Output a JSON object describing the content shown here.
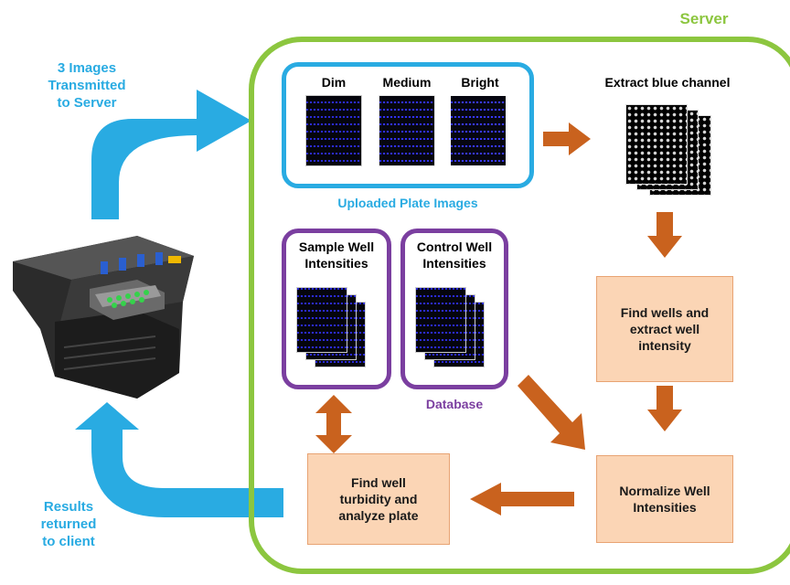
{
  "server": {
    "title": "Server"
  },
  "transmit": {
    "label": "3 Images\nTransmitted\nto Server"
  },
  "results": {
    "label": "Results\nreturned\nto client"
  },
  "uploaded": {
    "caption": "Uploaded Plate Images",
    "images": [
      {
        "label": "Dim"
      },
      {
        "label": "Medium"
      },
      {
        "label": "Bright"
      }
    ]
  },
  "extract": {
    "label": "Extract blue channel"
  },
  "database": {
    "caption": "Database",
    "sample": {
      "label": "Sample Well\nIntensities"
    },
    "control": {
      "label": "Control Well\nIntensities"
    }
  },
  "steps": {
    "find_wells": "Find wells and\nextract well\nintensity",
    "normalize": "Normalize Well\nIntensities",
    "turbidity": "Find well\nturbidity and\nanalyze plate"
  },
  "colors": {
    "server_green": "#8cc63f",
    "client_blue": "#29abe2",
    "database_purple": "#7b3fa0",
    "flow_orange": "#c9621e",
    "step_fill": "#fbd5b5"
  },
  "icons": {
    "device": "plate-reader-device-icon"
  }
}
